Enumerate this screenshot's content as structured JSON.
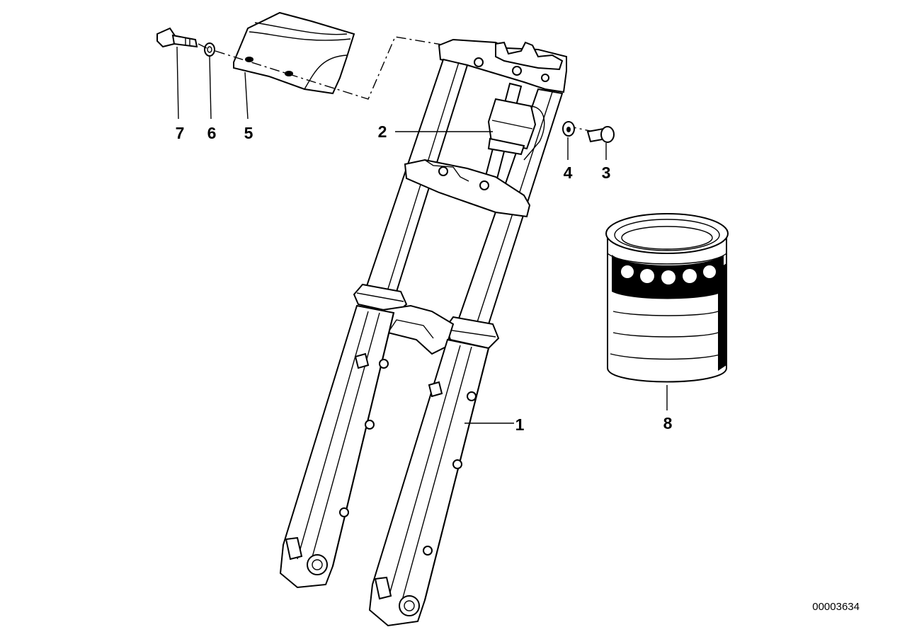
{
  "diagram": {
    "callouts": [
      {
        "id": "c1",
        "text": "1"
      },
      {
        "id": "c2",
        "text": "2"
      },
      {
        "id": "c3",
        "text": "3"
      },
      {
        "id": "c4",
        "text": "4"
      },
      {
        "id": "c5",
        "text": "5"
      },
      {
        "id": "c6",
        "text": "6"
      },
      {
        "id": "c7",
        "text": "7"
      },
      {
        "id": "c8",
        "text": "8"
      }
    ],
    "doc_id": "00003634"
  }
}
